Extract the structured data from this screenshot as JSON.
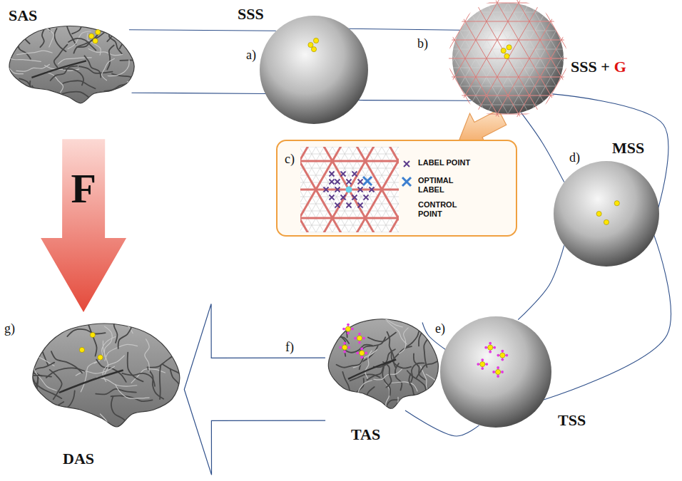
{
  "diagram": {
    "nodes": [
      {
        "text": [
          "SAS"
        ]
      },
      {
        "text": [
          "SSS",
          "a)"
        ]
      },
      {
        "text": [
          "b)",
          "SSS +",
          "G"
        ]
      },
      {
        "text": [
          "c)"
        ]
      },
      {
        "text": [
          "MSS",
          "d)"
        ]
      },
      {
        "text": [
          "e)",
          "TSS"
        ]
      },
      {
        "text": [
          "f)",
          "TAS"
        ]
      },
      {
        "text": [
          "g)",
          "DAS"
        ]
      }
    ],
    "edges": [
      {
        "from": 0,
        "to": 1,
        "arrow": "none"
      },
      {
        "from": 1,
        "to": 2,
        "arrow": "none"
      },
      {
        "from": 2,
        "to": 4,
        "arrow": "none"
      },
      {
        "from": 2,
        "to": 3,
        "arrow": "to"
      },
      {
        "from": 4,
        "to": 5,
        "arrow": "none"
      },
      {
        "from": 5,
        "to": 6,
        "arrow": "none"
      },
      {
        "from": 6,
        "to": 7,
        "arrow": "to"
      },
      {
        "from": 0,
        "to": 7,
        "label": "F",
        "arrow": "to"
      }
    ],
    "legend": [
      {
        "text": "LABEL POINT"
      },
      {
        "text": "OPTIMAL LABEL"
      },
      {
        "text": "CONTROL POINT"
      }
    ]
  }
}
